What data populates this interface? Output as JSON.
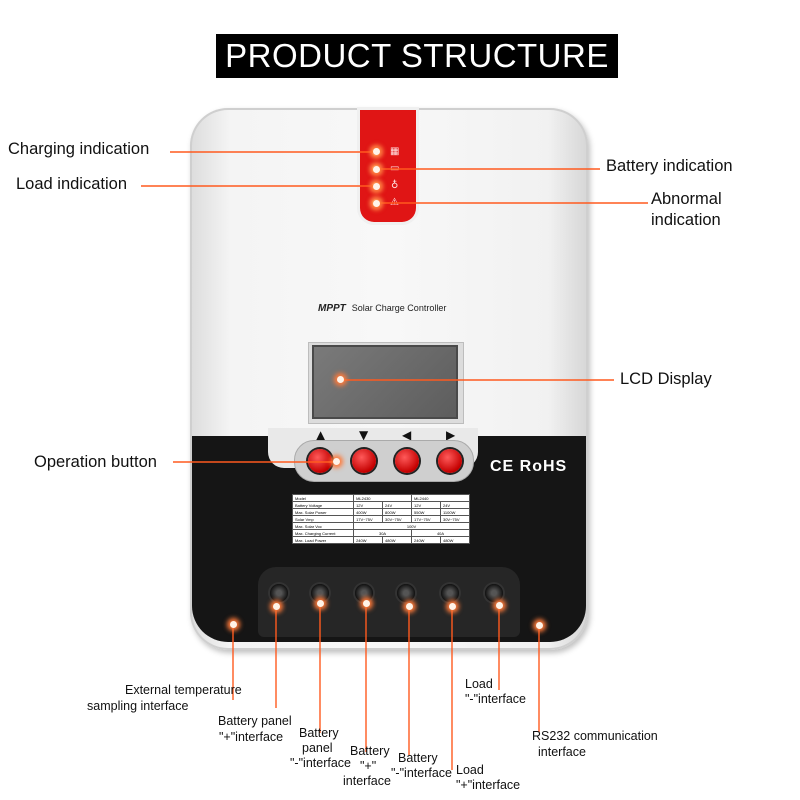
{
  "title": "PRODUCT STRUCTURE",
  "device": {
    "brand_mark": "MPPT",
    "brand_text": "Solar Charge Controller",
    "certifications": "CE RoHS",
    "arrows": [
      "▲",
      "▼",
      "◀",
      "▶"
    ],
    "led_icons": [
      "sun-panel-icon",
      "battery-icon",
      "bulb-icon",
      "warning-icon"
    ]
  },
  "spec_table": {
    "headers": [
      "Model",
      "ML2430",
      "ML2440"
    ],
    "rows": [
      [
        "Battery Voltage",
        "12V",
        "24V",
        "12V",
        "24V"
      ],
      [
        "Max. Solar Power",
        "400W",
        "800W",
        "550W",
        "1100W"
      ],
      [
        "Solar Vmp",
        "17V~75V",
        "30V~75V",
        "17V~75V",
        "30V~75V"
      ],
      [
        "Max. Solar Voc",
        "100V"
      ],
      [
        "Max. Charging Current",
        "30A",
        "40A"
      ],
      [
        "Max. Load Power",
        "240W",
        "480W",
        "240W",
        "480W"
      ]
    ]
  },
  "labels": {
    "charging": "Charging indication",
    "load": "Load indication",
    "battery": "Battery indication",
    "abnormal_1": "Abnormal",
    "abnormal_2": "indication",
    "lcd": "LCD Display",
    "operation": "Operation button",
    "ext_temp_1": "External temperature",
    "ext_temp_2": "sampling interface",
    "bp_plus_1": "Battery panel",
    "bp_plus_2": "\"+\"interface",
    "bp_minus_1": "Battery",
    "bp_minus_2": "panel",
    "bp_minus_3": "\"-\"interface",
    "bat_plus_1": "Battery",
    "bat_plus_2": "\"+\"",
    "bat_plus_3": "interface",
    "bat_minus_1": "Battery",
    "bat_minus_2": "\"-\"interface",
    "load_plus_1": "Load",
    "load_plus_2": "\"+\"interface",
    "load_minus_1": "Load",
    "load_minus_2": "\"-\"interface",
    "rs232_1": "RS232 communication",
    "rs232_2": "interface"
  },
  "colors": {
    "accent_line": "#ff5a1f",
    "device_red": "#e01515",
    "banner_bg": "#000000"
  }
}
